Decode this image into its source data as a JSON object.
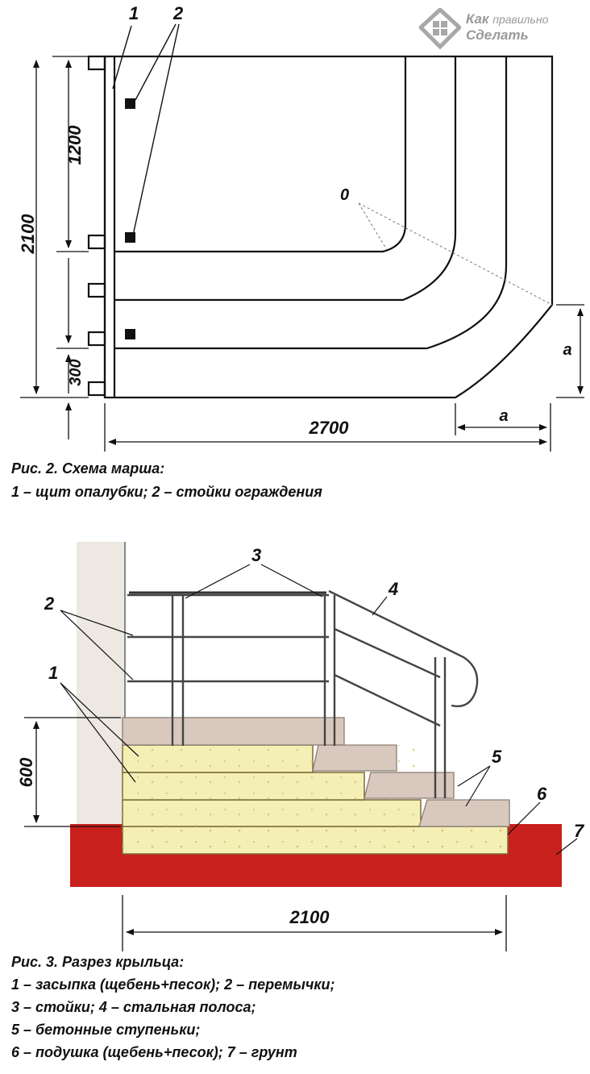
{
  "logo": {
    "line1": "Как",
    "line1_small": "правильно",
    "line2": "Сделать"
  },
  "fig2": {
    "callouts": {
      "c1": "1",
      "c2": "2",
      "center": "0"
    },
    "dims": {
      "total": "2100",
      "upper": "1200",
      "lower": "300",
      "width": "2700",
      "a_horizontal": "a",
      "a_vertical": "a"
    },
    "caption_line1": "Рис. 2. Схема марша:",
    "caption_line2": "1 – щит опалубки;  2 – стойки ограждения"
  },
  "fig3": {
    "callouts": {
      "c1": "1",
      "c2": "2",
      "c3": "3",
      "c4": "4",
      "c5": "5",
      "c6": "6",
      "c7": "7"
    },
    "dims": {
      "height": "600",
      "width": "2100"
    },
    "caption_lines": [
      "Рис. 3. Разрез крыльца:",
      "1 – засыпка (щебень+песок); 2 – перемычки;",
      "3 – стойки; 4 – стальная полоса;",
      "5 – бетонные ступеньки;",
      "6 – подушка (щебень+песок); 7 – грунт"
    ]
  },
  "colors": {
    "ground": "#c8201c",
    "fill": "#f4efb4",
    "concrete": "#d8c8bd",
    "ink": "#111111"
  }
}
